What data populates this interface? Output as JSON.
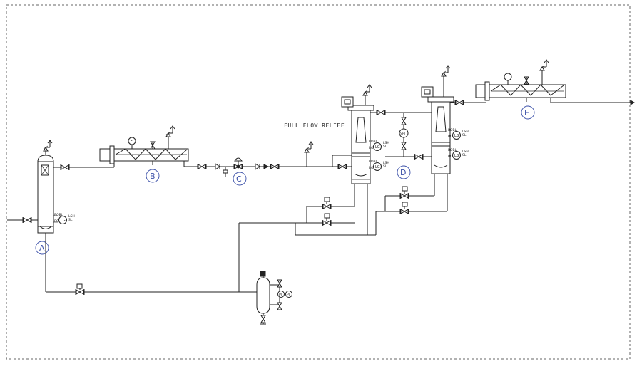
{
  "diagram": {
    "note": "FULL FLOW RELIEF",
    "equipment_labels": [
      "A",
      "B",
      "C",
      "D",
      "E"
    ],
    "instrument_tags": {
      "lg": "LG",
      "lsh": "LSH",
      "lsl": "SL",
      "pi": "PI"
    },
    "colors": {
      "line": "#222222",
      "label": "#3a4fa8",
      "border": "#666666"
    }
  }
}
